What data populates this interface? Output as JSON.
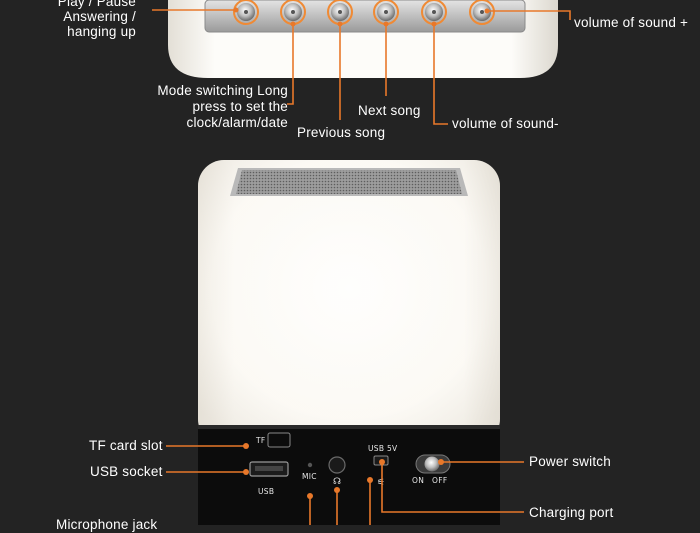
{
  "colors": {
    "background": "#232323",
    "accent_line": "#e8782a",
    "button_ring": "#f08a34",
    "label_text": "#ffffff",
    "device_body": "#ffffff",
    "panel_black": "#0c0c0c"
  },
  "top_callouts": {
    "play_pause": "Play / Pause",
    "answering": "Answering /",
    "hanging_up": "hanging up",
    "volume_up": "volume of sound +",
    "mode_line1": "Mode switching Long",
    "mode_line2": "press to set the",
    "mode_line3": "clock/alarm/date",
    "next_song": "Next song",
    "previous_song": "Previous song",
    "volume_down": "volume of sound-"
  },
  "bottom_callouts": {
    "tf_card_slot": "TF card slot",
    "usb_socket": "USB socket",
    "power_switch": "Power switch",
    "charging_port": "Charging port",
    "microphone": "Microphone jack"
  },
  "panel_print": {
    "tf": "TF",
    "usb": "USB",
    "mic": "MIC",
    "usb5v": "USB 5V",
    "on": "ON",
    "off": "OFF"
  }
}
